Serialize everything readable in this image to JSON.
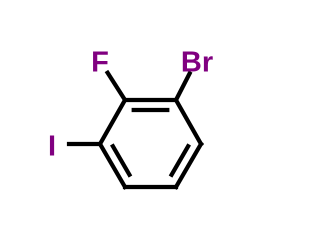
{
  "molecule": {
    "colors": {
      "bond": "#000000",
      "F": "#800080",
      "Br": "#800080",
      "I": "#800080"
    },
    "atoms": [
      {
        "id": "c1",
        "element": "C"
      },
      {
        "id": "c2",
        "element": "C"
      },
      {
        "id": "c3",
        "element": "C"
      },
      {
        "id": "c4",
        "element": "C"
      },
      {
        "id": "c5",
        "element": "C"
      },
      {
        "id": "c6",
        "element": "C"
      },
      {
        "id": "f",
        "element": "F",
        "label": "F"
      },
      {
        "id": "br",
        "element": "Br",
        "label": "Br"
      },
      {
        "id": "i",
        "element": "I",
        "label": "I"
      }
    ],
    "bonds": [
      {
        "from": "c1",
        "to": "c2",
        "order": 2
      },
      {
        "from": "c2",
        "to": "c3",
        "order": 1
      },
      {
        "from": "c3",
        "to": "c4",
        "order": 2
      },
      {
        "from": "c4",
        "to": "c5",
        "order": 1
      },
      {
        "from": "c5",
        "to": "c6",
        "order": 2
      },
      {
        "from": "c6",
        "to": "c1",
        "order": 1
      },
      {
        "from": "c1",
        "to": "f",
        "order": 1
      },
      {
        "from": "c2",
        "to": "br",
        "order": 1
      },
      {
        "from": "c6",
        "to": "i",
        "order": 1
      }
    ]
  }
}
